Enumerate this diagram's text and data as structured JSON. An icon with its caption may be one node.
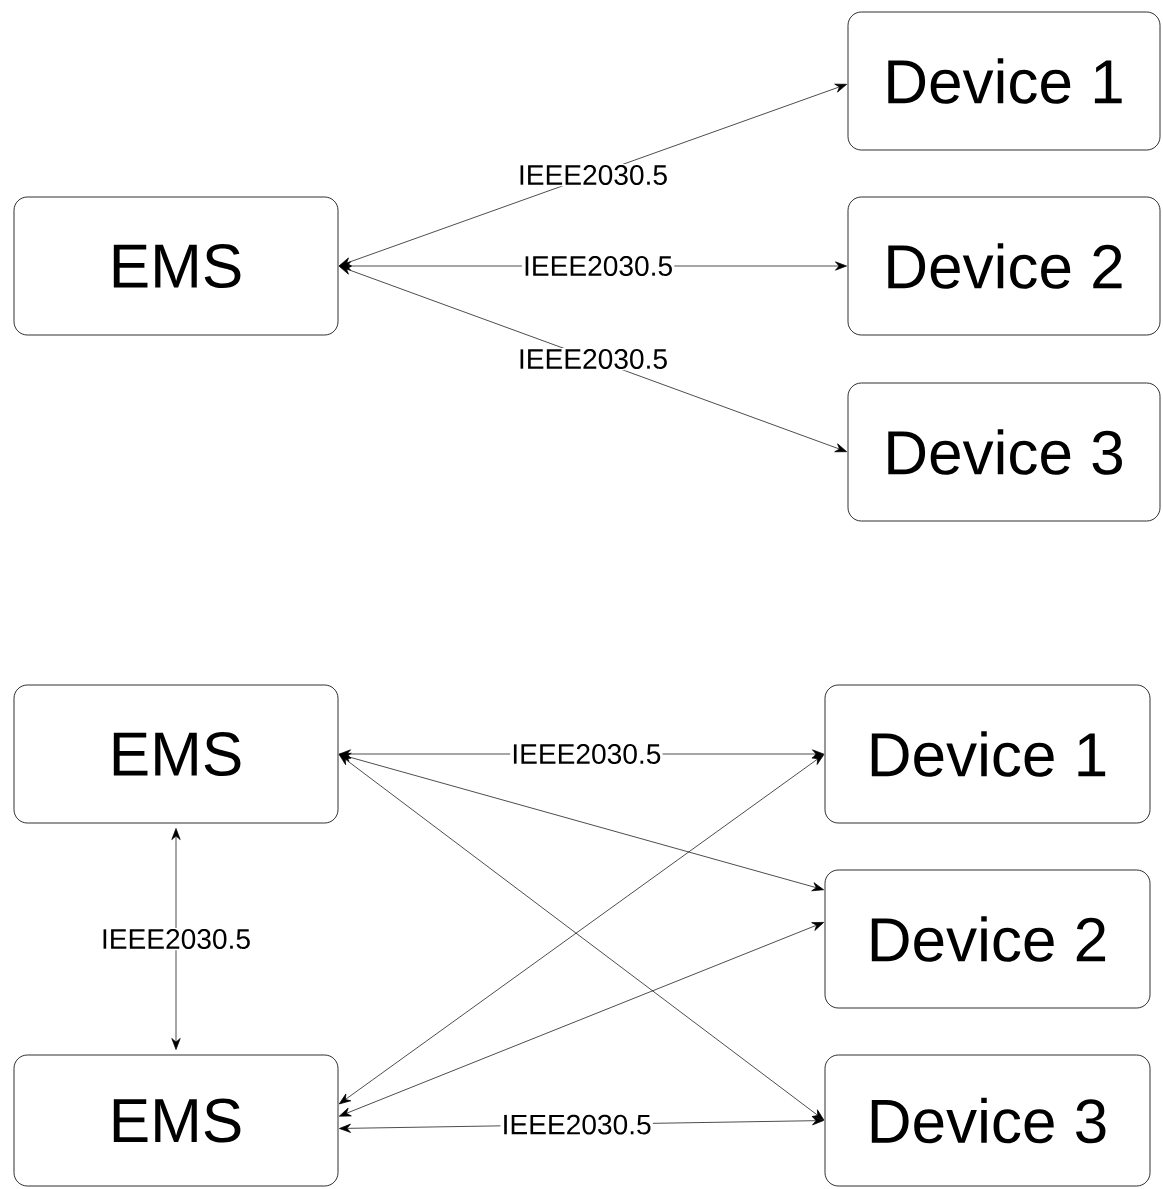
{
  "diagram": {
    "nodes": [
      {
        "text": [
          "EMS"
        ]
      },
      {
        "text": [
          "Device 1"
        ]
      },
      {
        "text": [
          "Device 2"
        ]
      },
      {
        "text": [
          "Device 3"
        ]
      },
      {
        "text": [
          "EMS"
        ]
      },
      {
        "text": [
          "EMS"
        ]
      },
      {
        "text": [
          "Device 1"
        ]
      },
      {
        "text": [
          "Device 2"
        ]
      },
      {
        "text": [
          "Device 3"
        ]
      }
    ],
    "edges": [
      {
        "from": 0,
        "to": 1,
        "arrow": "both",
        "label": "IEEE2030.5"
      },
      {
        "from": 0,
        "to": 2,
        "arrow": "both",
        "label": "IEEE2030.5"
      },
      {
        "from": 0,
        "to": 3,
        "arrow": "both",
        "label": "IEEE2030.5"
      },
      {
        "from": 4,
        "to": 6,
        "arrow": "both",
        "label": "IEEE2030.5"
      },
      {
        "from": 4,
        "to": 7,
        "arrow": "both"
      },
      {
        "from": 4,
        "to": 8,
        "arrow": "both"
      },
      {
        "from": 4,
        "to": 5,
        "arrow": "both",
        "label": "IEEE2030.5"
      },
      {
        "from": 5,
        "to": 6,
        "arrow": "both"
      },
      {
        "from": 5,
        "to": 7,
        "arrow": "both"
      },
      {
        "from": 5,
        "to": 8,
        "arrow": "both",
        "label": "IEEE2030.5"
      }
    ]
  }
}
